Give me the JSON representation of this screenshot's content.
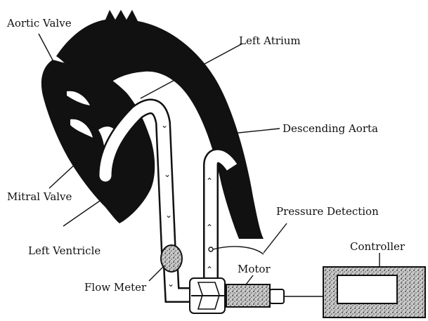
{
  "labels": {
    "aortic_valve": "Aortic Valve",
    "left_atrium": "Left Atrium",
    "descending_aorta": "Descending Aorta",
    "mitral_valve": "Mitral Valve",
    "pressure_detection": "Pressure Detection",
    "left_ventricle": "Left Ventricle",
    "controller": "Controller",
    "motor": "Motor",
    "flow_meter": "Flow Meter"
  },
  "colors": {
    "ink": "#111111",
    "paper": "#ffffff",
    "speckle": "#9a9a9a"
  }
}
